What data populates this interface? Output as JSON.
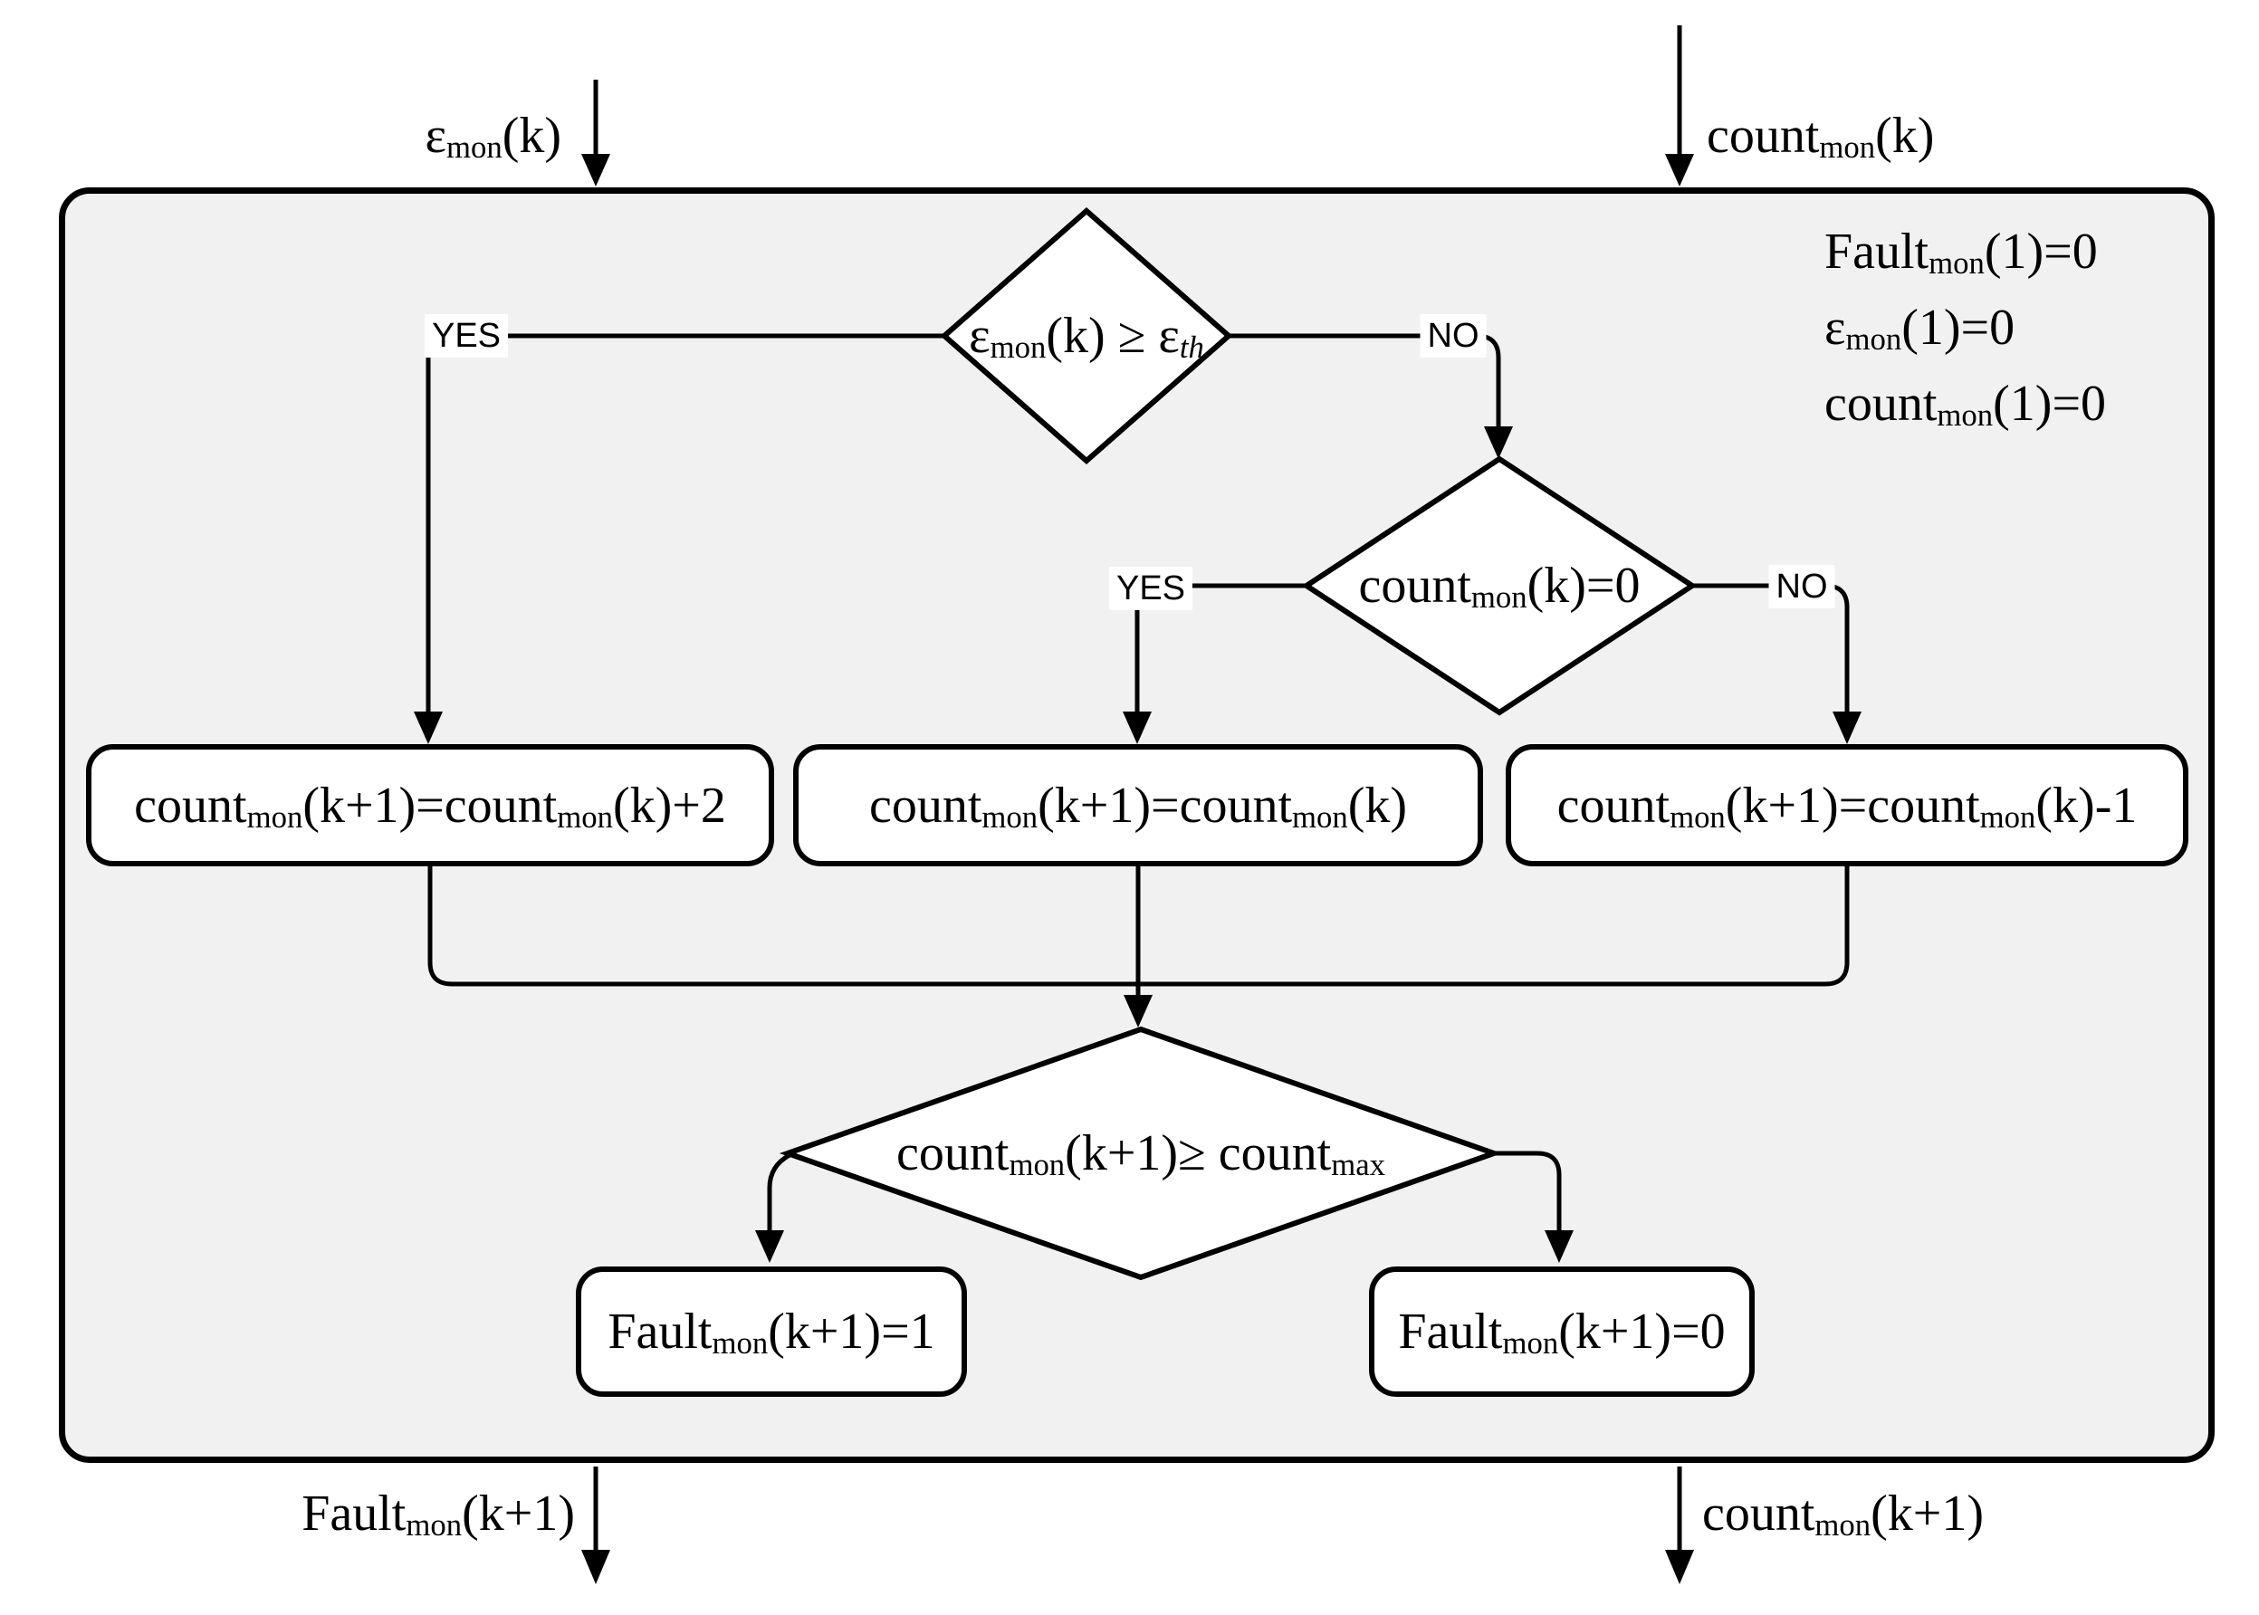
{
  "colors": {
    "line": "#000000",
    "container-fill": "#f1f1f1",
    "node-fill": "#ffffff",
    "page-bg": "#ffffff"
  },
  "io": {
    "input_left": [
      {
        "v": "ε"
      },
      {
        "v": "mon",
        "sub": true
      },
      {
        "v": "(k)"
      }
    ],
    "input_right": [
      {
        "v": "count"
      },
      {
        "v": "mon",
        "sub": true
      },
      {
        "v": "(k)"
      }
    ],
    "output_left": [
      {
        "v": "Fault"
      },
      {
        "v": "mon",
        "sub": true
      },
      {
        "v": "(k+1)"
      }
    ],
    "output_right": [
      {
        "v": "count"
      },
      {
        "v": "mon",
        "sub": true
      },
      {
        "v": "(k+1)"
      }
    ]
  },
  "init_conditions": {
    "lines": [
      [
        {
          "v": "Fault"
        },
        {
          "v": "mon",
          "sub": true
        },
        {
          "v": "(1)=0"
        }
      ],
      [
        {
          "v": "ε"
        },
        {
          "v": "mon",
          "sub": true
        },
        {
          "v": "(1)=0"
        }
      ],
      [
        {
          "v": "count"
        },
        {
          "v": "mon",
          "sub": true
        },
        {
          "v": "(1)=0"
        }
      ]
    ]
  },
  "decisions": {
    "d1": {
      "label": [
        {
          "v": "ε"
        },
        {
          "v": "mon",
          "sub": true
        },
        {
          "v": "(k) ≥ ε"
        },
        {
          "v": "th",
          "sub": true,
          "italic": true
        }
      ],
      "yes": "YES",
      "no": "NO"
    },
    "d2": {
      "label": [
        {
          "v": "count"
        },
        {
          "v": "mon",
          "sub": true
        },
        {
          "v": "(k)=0"
        }
      ],
      "yes": "YES",
      "no": "NO"
    },
    "d3": {
      "label": [
        {
          "v": "count"
        },
        {
          "v": "mon",
          "sub": true
        },
        {
          "v": "(k+1)≥ count"
        },
        {
          "v": "max",
          "sub": true
        }
      ]
    }
  },
  "processes": {
    "add2": [
      {
        "v": "count"
      },
      {
        "v": "mon",
        "sub": true
      },
      {
        "v": "(k+1)=count"
      },
      {
        "v": "mon",
        "sub": true
      },
      {
        "v": "(k)+2"
      }
    ],
    "keep": [
      {
        "v": "count"
      },
      {
        "v": "mon",
        "sub": true
      },
      {
        "v": "(k+1)=count"
      },
      {
        "v": "mon",
        "sub": true
      },
      {
        "v": "(k)"
      }
    ],
    "minus1": [
      {
        "v": "count"
      },
      {
        "v": "mon",
        "sub": true
      },
      {
        "v": "(k+1)=count"
      },
      {
        "v": "mon",
        "sub": true
      },
      {
        "v": "(k)-1"
      }
    ],
    "fault_set": [
      {
        "v": "Fault"
      },
      {
        "v": "mon",
        "sub": true
      },
      {
        "v": "(k+1)=1"
      }
    ],
    "fault_clear": [
      {
        "v": "Fault"
      },
      {
        "v": "mon",
        "sub": true
      },
      {
        "v": "(k+1)=0"
      }
    ]
  }
}
